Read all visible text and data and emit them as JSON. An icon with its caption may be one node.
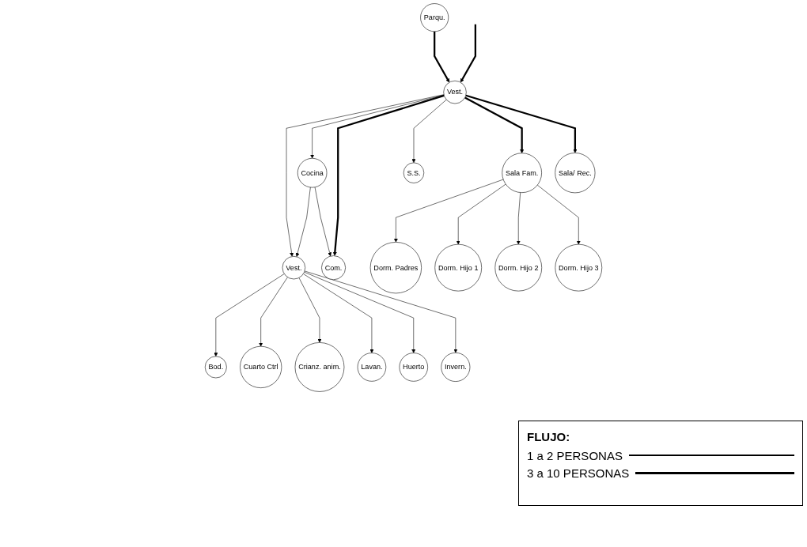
{
  "diagram": {
    "nodes": [
      {
        "text": [
          "Bod."
        ]
      },
      {
        "text": [
          "Cuarto Ctrl"
        ]
      },
      {
        "text": [
          "Crianz. anim."
        ]
      },
      {
        "text": [
          "Lavan."
        ]
      },
      {
        "text": [
          "Vest."
        ]
      },
      {
        "text": [
          "Huerto"
        ]
      },
      {
        "text": [
          "Invern."
        ]
      },
      {
        "text": [
          "Cocina"
        ]
      },
      {
        "text": [
          "Com."
        ]
      },
      {
        "text": [
          "S.S."
        ]
      },
      {
        "text": [
          "Vest."
        ]
      },
      {
        "text": [
          "Parqu."
        ]
      },
      {
        "text": [
          "Sala/ Rec."
        ]
      },
      {
        "text": [
          "Dorm. Padres"
        ]
      },
      {
        "text": [
          "Dorm. Hijo 1"
        ]
      },
      {
        "text": [
          "Dorm. Hijo 2"
        ]
      },
      {
        "text": [
          "Sala Fam."
        ]
      },
      {
        "text": [
          "Dorm. Hijo 3"
        ]
      }
    ],
    "edges": [
      {
        "from": 4,
        "to": 0,
        "arrow": "to"
      },
      {
        "from": 4,
        "to": 1,
        "arrow": "to"
      },
      {
        "from": 4,
        "to": 2,
        "arrow": "to"
      },
      {
        "from": 4,
        "to": 3,
        "arrow": "to"
      },
      {
        "from": 4,
        "to": 5,
        "arrow": "to"
      },
      {
        "from": 4,
        "to": 6,
        "arrow": "to"
      },
      {
        "from": 7,
        "to": 4,
        "arrow": "to"
      },
      {
        "from": 10,
        "to": 4,
        "arrow": "to"
      },
      {
        "from": 10,
        "to": 7,
        "arrow": "to"
      },
      {
        "from": 7,
        "to": 8,
        "arrow": "to"
      },
      {
        "from": 10,
        "to": 8,
        "arrow": "to",
        "style": "thick"
      },
      {
        "from": 10,
        "to": 9,
        "arrow": "to"
      },
      {
        "from": 10,
        "to": 16,
        "arrow": "to",
        "style": "thick"
      },
      {
        "from": 11,
        "to": 10,
        "arrow": "to",
        "style": "thick"
      },
      {
        "from": null,
        "to": 10,
        "arrow": "to",
        "style": "thick"
      },
      {
        "from": 10,
        "to": 12,
        "arrow": "to",
        "style": "thick"
      },
      {
        "from": 16,
        "to": 13,
        "arrow": "to"
      },
      {
        "from": 16,
        "to": 14,
        "arrow": "to"
      },
      {
        "from": 16,
        "to": 15,
        "arrow": "to"
      },
      {
        "from": 16,
        "to": 17,
        "arrow": "to"
      }
    ],
    "labels": [
      "FLUJO:"
    ],
    "legend": [
      {
        "text": "1 a 2 PERSONAS"
      },
      {
        "text": "3 a 10 PERSONAS"
      }
    ]
  }
}
